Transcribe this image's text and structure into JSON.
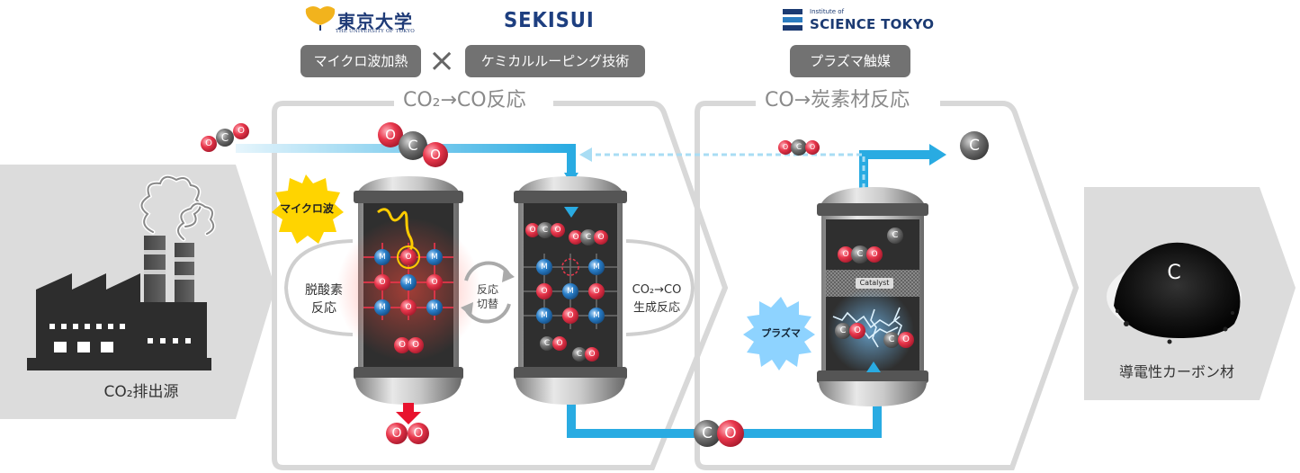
{
  "logos": {
    "utokyo_name": "東京大学",
    "utokyo_sub": "THE UNIVERSITY OF TOKYO",
    "sekisui": "SEKISUI",
    "science_tokyo_small": "Institute of",
    "science_tokyo_big": "SCIENCE TOKYO"
  },
  "chips": {
    "microwave_heating": "マイクロ波加熱",
    "times_symbol": "×",
    "chemical_looping": "ケミカルルーピング技術",
    "plasma_catalysis": "プラズマ触媒"
  },
  "stages": {
    "stage1_title": "CO₂→CO反応",
    "stage2_title": "CO→炭素材反応"
  },
  "source": {
    "label": "CO₂排出源"
  },
  "product": {
    "label": "導電性カーボン材",
    "carbon_symbol": "C"
  },
  "reactor1": {
    "burst_label": "マイクロ波",
    "left_label_line1": "脱酸素",
    "left_label_line2": "反応"
  },
  "switch": {
    "line1": "反応",
    "line2": "切替"
  },
  "reactor2": {
    "right_label_line1": "CO₂→CO",
    "right_label_line2": "生成反応"
  },
  "reactor3": {
    "catalyst_label": "Catalyst",
    "burst_label": "プラズマ"
  },
  "atoms": {
    "carbon": "C",
    "oxygen": "O",
    "metal": "M"
  },
  "colors": {
    "flow_blue": "#29abe2",
    "oxygen_red": "#e8364b",
    "carbon_gray": "#6d6d6d",
    "metal_blue": "#2a7fc9",
    "chip_gray": "#727272",
    "burst_yellow": "#ffd400"
  }
}
